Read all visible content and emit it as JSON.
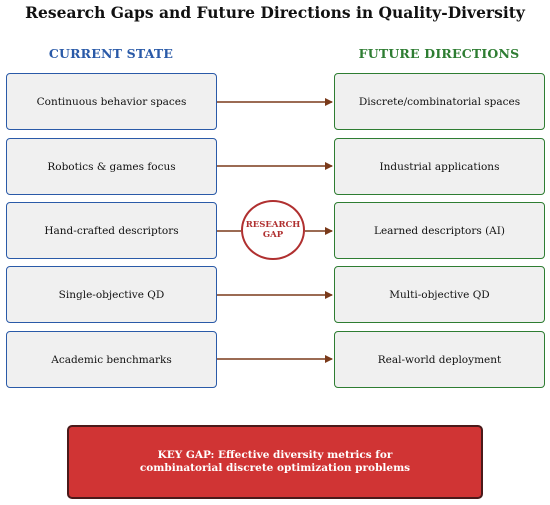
{
  "title": "Research Gaps and Future Directions in Quality-Diversity",
  "current_header": "CURRENT STATE",
  "future_header": "FUTURE DIRECTIONS",
  "rows": [
    {
      "current": "Continuous behavior spaces",
      "future": "Discrete/combinatorial spaces"
    },
    {
      "current": "Robotics & games focus",
      "future": "Industrial applications"
    },
    {
      "current": "Hand-crafted descriptors",
      "future": "Learned descriptors (AI)"
    },
    {
      "current": "Single-objective QD",
      "future": "Multi-objective QD"
    },
    {
      "current": "Academic benchmarks",
      "future": "Real-world deployment"
    }
  ],
  "hub": {
    "line1": "RESEARCH",
    "line2": "GAP"
  },
  "key_gap": {
    "line1": "KEY GAP: Effective diversity metrics for",
    "line2": "combinatorial discrete optimization problems"
  },
  "colors": {
    "current": "#2a5aa8",
    "future": "#2e7d32",
    "arrow": "#7a3a1a",
    "hub": "#b03030",
    "key_gap_fill": "#d03434"
  }
}
